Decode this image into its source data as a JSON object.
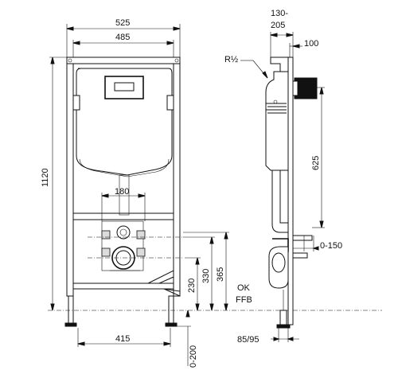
{
  "front_view": {
    "width_outer": "525",
    "width_inner": "485",
    "height_total": "1120",
    "pipe_spacing": "180",
    "foot_spacing": "415",
    "floor_adjust": "0-200",
    "height_230": "230",
    "height_330": "330",
    "height_365": "365"
  },
  "side_view": {
    "depth_range_line1": "130-",
    "depth_range_line2": "205",
    "depth_100": "100",
    "thread": "R½",
    "height_625": "625",
    "offset_0_150": "0-150",
    "floor_label_line1": "OK",
    "floor_label_line2": "FFB",
    "bottom_depth": "85/95"
  }
}
